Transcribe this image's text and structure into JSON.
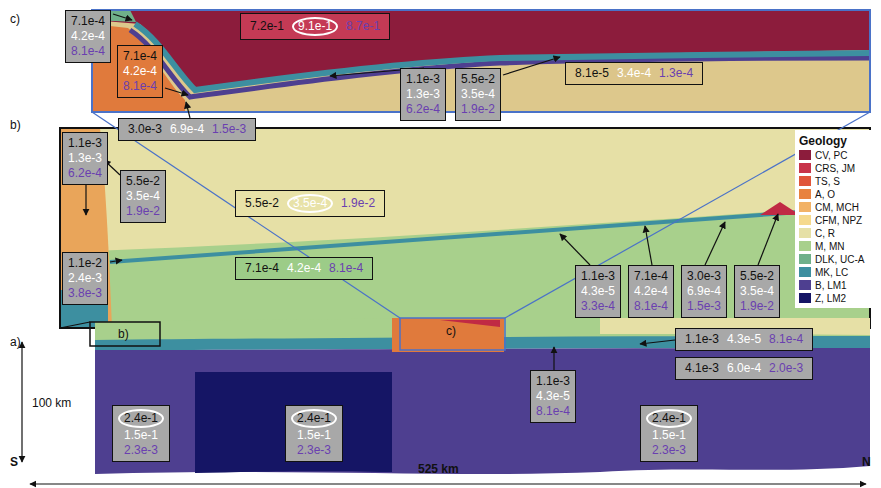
{
  "diagram": {
    "nodes": [
      {
        "text": [
          "7.1e-4",
          "4.2e-4",
          "8.1e-4"
        ]
      },
      {
        "text": [
          "7.1e-4",
          "4.2e-4",
          "8.1e-4"
        ]
      },
      {
        "text": [
          "7.2e-1",
          "9.1e-1",
          "8.7e-1"
        ]
      },
      {
        "text": [
          "1.1e-3",
          "1.3e-3",
          "6.2e-4"
        ]
      },
      {
        "text": [
          "5.5e-2",
          "3.5e-4",
          "1.9e-2"
        ]
      },
      {
        "text": [
          "8.1e-5",
          "3.4e-4",
          "1.3e-4"
        ]
      },
      {
        "text": [
          "3.0e-3",
          "6.9e-4",
          "1.5e-3"
        ]
      },
      {
        "text": [
          "1.1e-3",
          "1.3e-3",
          "6.2e-4"
        ]
      },
      {
        "text": [
          "5.5e-2",
          "3.5e-4",
          "1.9e-2"
        ]
      },
      {
        "text": [
          "5.5e-2",
          "3.5e-4",
          "1.9e-2"
        ]
      },
      {
        "text": [
          "7.1e-4",
          "4.2e-4",
          "8.1e-4"
        ]
      },
      {
        "text": [
          "1.1e-2",
          "2.4e-3",
          "3.8e-3"
        ]
      },
      {
        "text": [
          "1.1e-3",
          "4.3e-5",
          "3.3e-4"
        ]
      },
      {
        "text": [
          "7.1e-4",
          "4.2e-4",
          "8.1e-4"
        ]
      },
      {
        "text": [
          "3.0e-3",
          "6.9e-4",
          "1.5e-3"
        ]
      },
      {
        "text": [
          "5.5e-2",
          "3.5e-4",
          "1.9e-2"
        ]
      },
      {
        "text": [
          "1.1e-3",
          "4.3e-5",
          "8.1e-4"
        ]
      },
      {
        "text": [
          "4.1e-3",
          "6.0e-4",
          "2.0e-3"
        ]
      },
      {
        "text": [
          "1.1e-3",
          "4.3e-5",
          "8.1e-4"
        ]
      },
      {
        "text": [
          "2.4e-1",
          "1.5e-1",
          "2.3e-3"
        ]
      },
      {
        "text": [
          "2.4e-1",
          "1.5e-1",
          "2.3e-3"
        ]
      },
      {
        "text": [
          "2.4e-1",
          "1.5e-1",
          "2.3e-3"
        ]
      }
    ],
    "labels": [
      "c)",
      "b)",
      "a)",
      "b)",
      "c)",
      "100 km",
      "S",
      "525 km",
      "N",
      "Geology"
    ],
    "legend": [
      {
        "text": "CV, PC",
        "color": "#8c1c3c"
      },
      {
        "text": "CRS, JM",
        "color": "#c8344a"
      },
      {
        "text": "TS, S",
        "color": "#e0553a"
      },
      {
        "text": "A, O",
        "color": "#e8823f"
      },
      {
        "text": "CM, MCH",
        "color": "#f2b266"
      },
      {
        "text": "CFM, NPZ",
        "color": "#f5d98c"
      },
      {
        "text": "C, R",
        "color": "#e6e0a6"
      },
      {
        "text": "M, MN",
        "color": "#a8d08c"
      },
      {
        "text": "DLK, UC-A",
        "color": "#6fb08a"
      },
      {
        "text": "MK, LC",
        "color": "#3d8fa0"
      },
      {
        "text": "B, LM1",
        "color": "#4e3f90"
      },
      {
        "text": "Z, LM2",
        "color": "#151565"
      }
    ]
  }
}
